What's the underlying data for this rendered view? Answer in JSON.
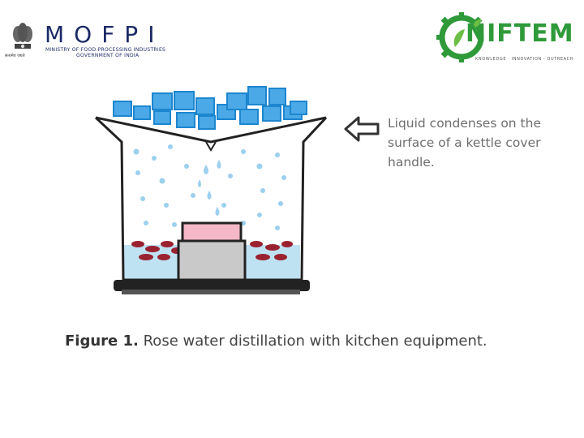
{
  "header": {
    "mofpi_logo": {
      "wordmark": "MOFPI",
      "subtitle_line1": "MINISTRY OF FOOD PROCESSING INDUSTRIES",
      "subtitle_line2": "GOVERNMENT OF INDIA",
      "emblem_caption": "सत्यमेव जयते"
    },
    "niftem_logo": {
      "wordmark": "NIFTEM",
      "tagline": "KNOWLEDGE · INNOVATION · OUTREACH"
    }
  },
  "diagram": {
    "annotation": "Liquid condenses on the surface of a kettle cover handle.",
    "colors": {
      "ice": "#4aa9e6",
      "ice_border": "#1d86cf",
      "water": "#bfe2f3",
      "droplet": "#9bd0ee",
      "petal": "#9a2230",
      "rose_water": "#f4b8c9",
      "stand": "#c9c9c9",
      "base": "#222222"
    },
    "icons": [
      "arrow-left-icon",
      "ice-cube-icon",
      "droplet-icon",
      "rose-petal-icon"
    ]
  },
  "caption": {
    "label": "Figure 1.",
    "text": " Rose water distillation with kitchen equipment."
  }
}
